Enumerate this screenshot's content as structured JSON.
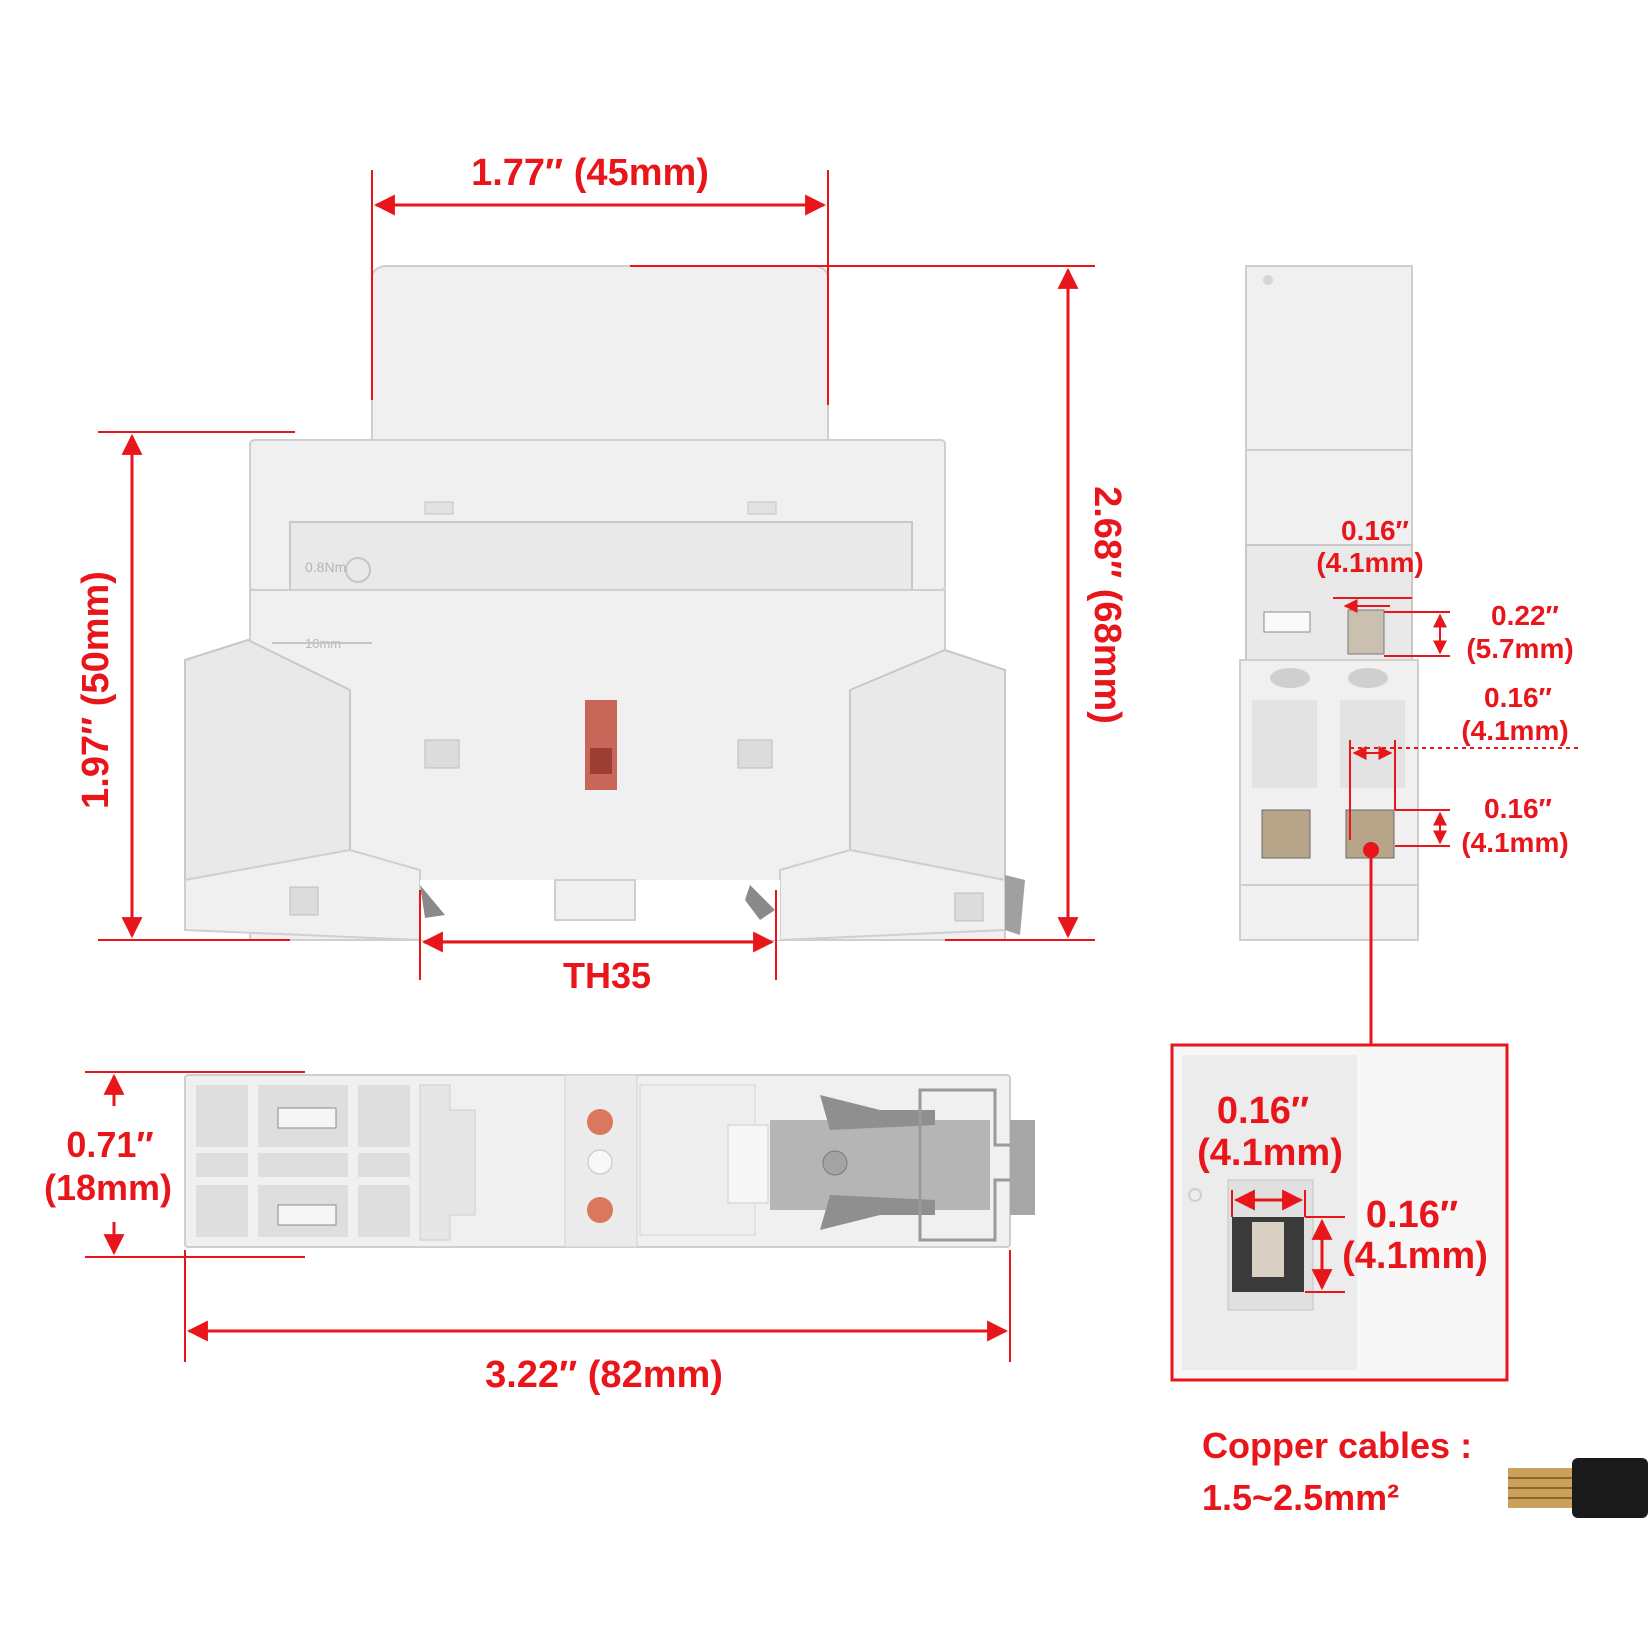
{
  "front_view": {
    "width_label": "1.77″ (45mm)",
    "height_label": "2.68″ (68mm)",
    "depth_label": "1.97″ (50mm)",
    "rail_label": "TH35",
    "torque_text": "0.8Nm",
    "strip_text": "10mm"
  },
  "bottom_view": {
    "height_in": "0.71″",
    "height_mm": "(18mm)",
    "length_label": "3.22″ (82mm)"
  },
  "side_view": {
    "dim1_in": "0.16″",
    "dim1_mm": "(4.1mm)",
    "dim2_in": "0.22″",
    "dim2_mm": "(5.7mm)",
    "dim3_in": "0.16″",
    "dim3_mm": "(4.1mm)",
    "dim4_in": "0.16″",
    "dim4_mm": "(4.1mm)"
  },
  "detail_view": {
    "w_in": "0.16″",
    "w_mm": "(4.1mm)",
    "h_in": "0.16″",
    "h_mm": "(4.1mm)"
  },
  "cable_note": {
    "line1": "Copper cables :",
    "line2": "1.5~2.5mm²"
  },
  "colors": {
    "dimension": "#e8151b",
    "housing": "#f0f0f0",
    "indicator": "#c9665a"
  }
}
